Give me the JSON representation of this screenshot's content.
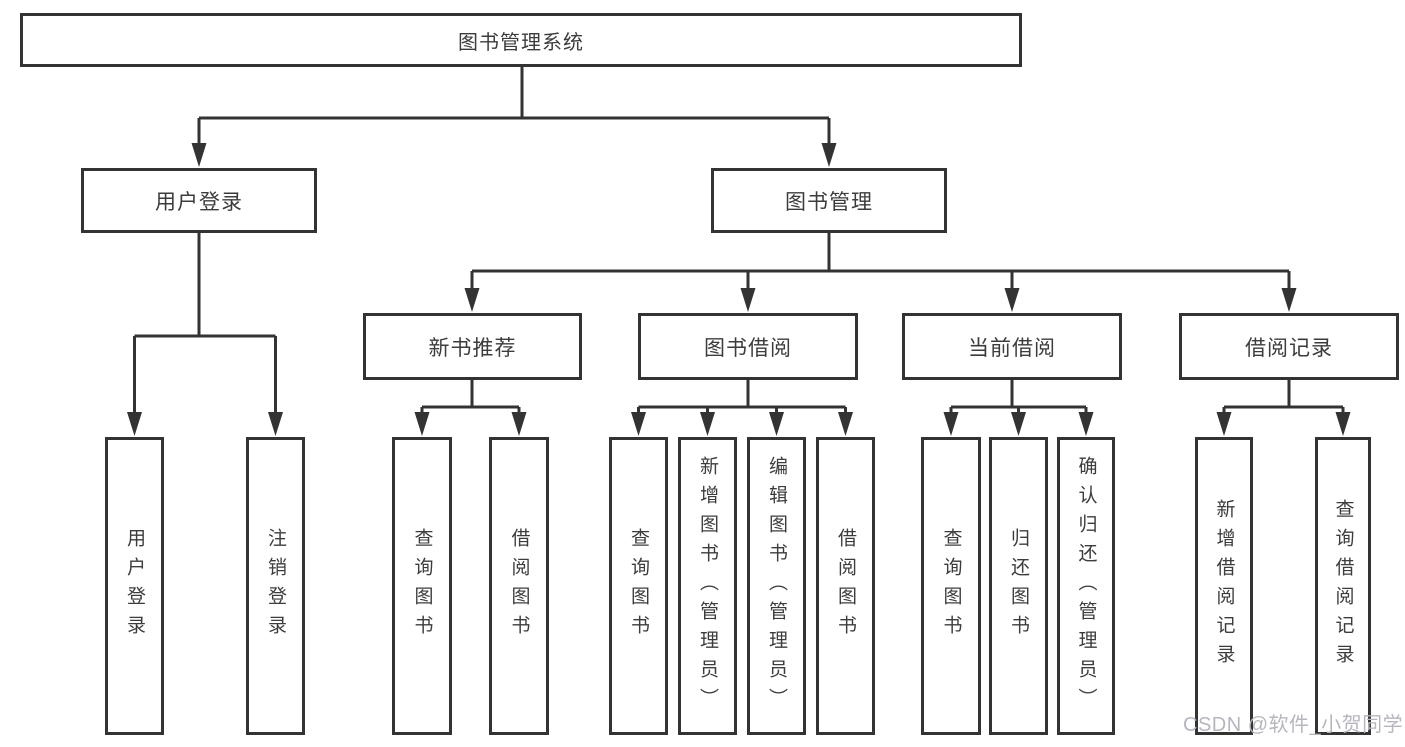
{
  "diagram": {
    "watermark": "CSDN @软件_小贺同学",
    "colors": {
      "line": "#333333",
      "box_border": "#333333",
      "text": "#3c3c3c",
      "background": "#ffffff",
      "watermark": "#b6b6bf"
    },
    "tree": {
      "root": "图书管理系统",
      "branches": [
        {
          "label": "用户登录",
          "children": [
            "用户登录",
            "注销登录"
          ]
        },
        {
          "label": "图书管理",
          "groups": [
            {
              "label": "新书推荐",
              "children": [
                "查询图书",
                "借阅图书"
              ]
            },
            {
              "label": "图书借阅",
              "children": [
                "查询图书",
                "新增图书（管理员）",
                "编辑图书（管理员）",
                "借阅图书"
              ]
            },
            {
              "label": "当前借阅",
              "children": [
                "查询图书",
                "归还图书",
                "确认归还（管理员）"
              ]
            },
            {
              "label": "借阅记录",
              "children": [
                "新增借阅记录",
                "查询借阅记录"
              ]
            }
          ]
        }
      ]
    }
  }
}
